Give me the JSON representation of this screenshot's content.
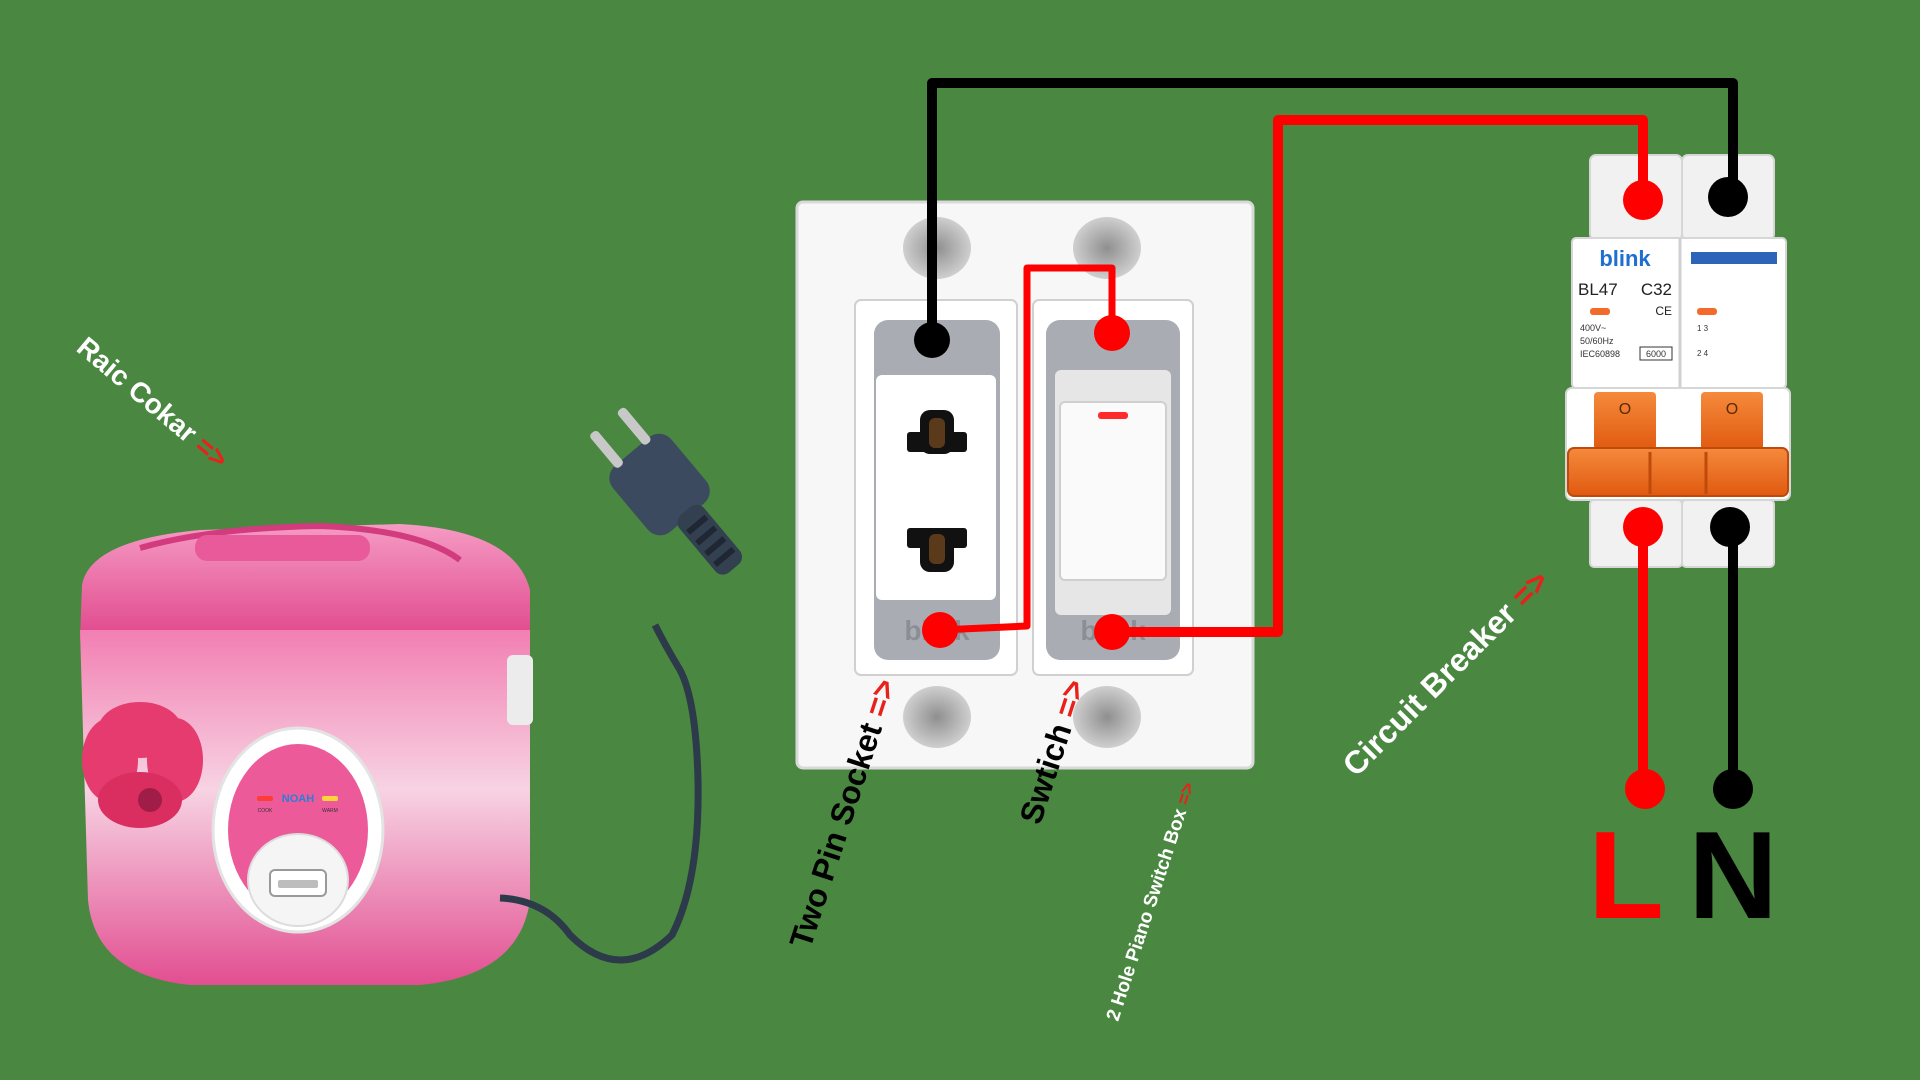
{
  "labels": {
    "rice_cooker": "Raic Cokar",
    "socket": "Two Pin Socket",
    "switch": "Swtich",
    "box": "2 Hole Piano Switch Box",
    "breaker": "Circuit Breaker",
    "arrow": "=>",
    "line": "L",
    "neutral": "N"
  },
  "breaker": {
    "brand": "blink",
    "model": "BL47",
    "rating": "C32",
    "spec1": "400V~",
    "spec2": "50/60Hz",
    "spec3": "IEC60898",
    "capacity": "6000",
    "terminals": "1 3",
    "terminals_bottom": "2 4",
    "ce": "CE",
    "on_mark_left": "O",
    "on_mark_right": "O"
  },
  "fittings": {
    "socket_brand": "blink",
    "switch_brand": "blink"
  },
  "cooker": {
    "brand": "NOAH",
    "left_indicator": "COOK",
    "right_indicator": "WARM"
  },
  "colors": {
    "background": "#4a8741",
    "live_wire": "#ff0000",
    "neutral_wire": "#000000",
    "label_L": "#ff0000",
    "label_N": "#000000",
    "arrow": "#e8221b",
    "cooker_body": "#f06aa5",
    "breaker_toggle": "#f26a1b"
  }
}
